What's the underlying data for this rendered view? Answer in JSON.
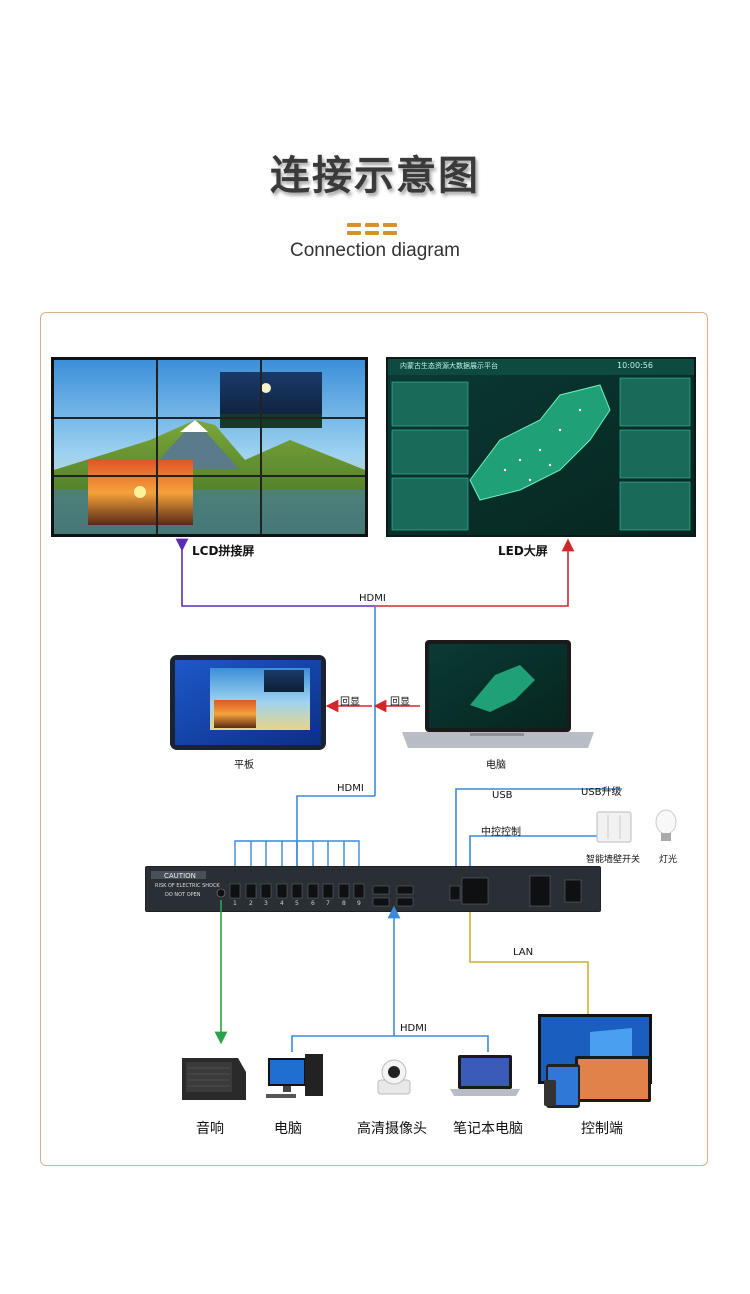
{
  "header": {
    "title": "连接示意图",
    "subtitle": "Connection diagram"
  },
  "colors": {
    "accent": "#d9902a",
    "frame": "#d9b08a",
    "purple_line": "#5b2db0",
    "red_line": "#d0282a",
    "blue_line": "#3a8ad8",
    "green_line": "#2ea04a",
    "yellow_line": "#c8b432"
  },
  "displays": {
    "lcd_label": "LCD拼接屏",
    "led_label": "LED大屏",
    "led_screen_title": "内蒙古生态资源大数据展示平台",
    "led_clock": "10:00:56"
  },
  "connections": {
    "hdmi_top": "HDMI",
    "echo_left": "回显",
    "echo_right": "回显",
    "hdmi_mid": "HDMI",
    "usb": "USB",
    "usb_upgrade": "USB升级",
    "central_control": "中控控制",
    "lan": "LAN",
    "hdmi_bottom": "HDMI"
  },
  "devices": {
    "tablet": "平板",
    "computer_top": "电脑",
    "wall_switch": "智能墙壁开关",
    "light": "灯光",
    "speaker": "音响",
    "computer_bottom": "电脑",
    "camera": "高清摄像头",
    "laptop": "笔记本电脑",
    "control_terminal": "控制端"
  },
  "device_panel": {
    "caution": "CAUTION",
    "warning_1": "RISK OF ELECTRIC SHOCK",
    "warning_2": "DO NOT OPEN",
    "port_numbers": [
      "1",
      "2",
      "3",
      "4",
      "5",
      "6",
      "7",
      "8",
      "9"
    ]
  }
}
